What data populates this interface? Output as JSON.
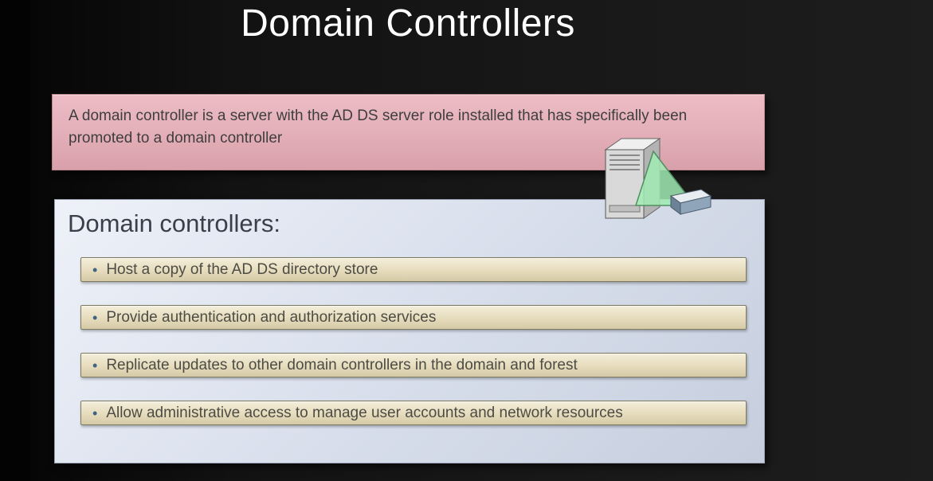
{
  "slide": {
    "title": "Domain Controllers",
    "definition": "A domain controller is a server with the AD DS server role installed that has specifically been promoted to a domain controller",
    "panel": {
      "heading": "Domain controllers:",
      "bullet": "•",
      "items": [
        "Host a copy of the AD DS directory store",
        "Provide authentication and authorization services",
        "Replicate updates to other domain controllers in the domain and forest",
        "Allow administrative access to manage user accounts and network resources"
      ]
    },
    "colors": {
      "background": "#161616",
      "title_text": "#ffffff",
      "definition_box": "#e3aeb7",
      "definition_text": "#3e3e3e",
      "panel_background": "#dde3ef",
      "panel_heading_text": "#3a3f4b",
      "item_bar": "#e6dcbd",
      "item_text": "#4c4c44",
      "bullet": "#3f6486"
    }
  }
}
